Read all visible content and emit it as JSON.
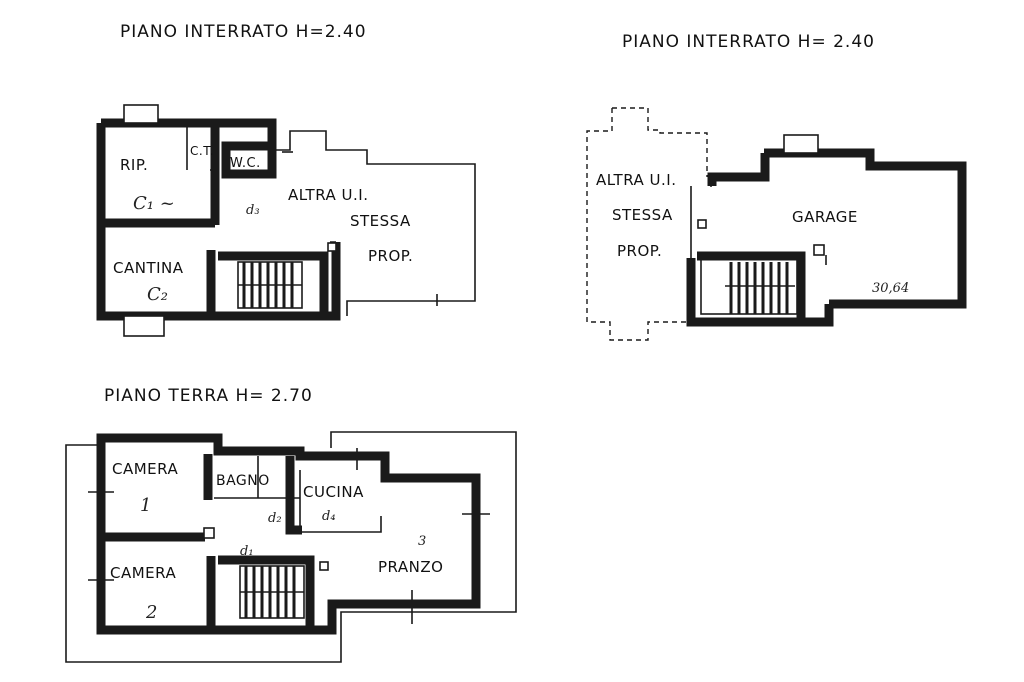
{
  "plans": [
    {
      "title": "PIANO INTERRATO H=2.40",
      "rooms": [
        {
          "label": "RIP.",
          "area_note": "C₁ ~"
        },
        {
          "label": "C.T."
        },
        {
          "label": "W.C."
        },
        {
          "label": "d₃"
        },
        {
          "label": "CANTINA",
          "area_note": "C₂"
        },
        {
          "label_lines": [
            "ALTRA U.I.",
            "STESSA",
            "PROP."
          ]
        }
      ]
    },
    {
      "title": "PIANO INTERRATO H= 2.40",
      "rooms": [
        {
          "label_lines": [
            "ALTRA U.I.",
            "STESSA",
            "PROP."
          ]
        },
        {
          "label": "GARAGE",
          "area_note": "30,64"
        }
      ]
    },
    {
      "title": "PIANO TERRA H= 2.70",
      "rooms": [
        {
          "label": "CAMERA",
          "area_note": "1"
        },
        {
          "label": "BAGNO",
          "area_note": "d₂"
        },
        {
          "label": "CUCINA",
          "area_note": "d₄"
        },
        {
          "label": "d₁"
        },
        {
          "label": "3"
        },
        {
          "label": "CAMERA",
          "area_note": "2"
        },
        {
          "label": "PRANZO"
        }
      ]
    }
  ]
}
